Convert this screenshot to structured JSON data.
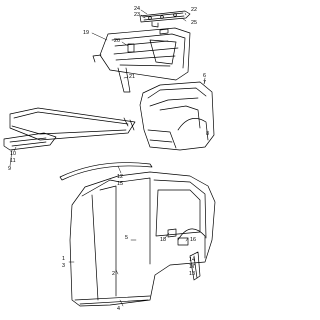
{
  "diagram": {
    "callouts": {
      "c24": "24",
      "c23": "23",
      "c22": "22",
      "c25": "25",
      "c19": "19",
      "c20": "20",
      "c21": "21",
      "c6": "6",
      "c7": "7",
      "c8": "8",
      "c10": "10",
      "c11": "11",
      "c9": "9",
      "c12": "12",
      "c15": "15",
      "c1": "1",
      "c3": "3",
      "c5": "5",
      "c18": "18",
      "c16": "16",
      "c14": "14",
      "c17": "17",
      "c13": "13",
      "c2": "2",
      "c4": "4"
    }
  }
}
